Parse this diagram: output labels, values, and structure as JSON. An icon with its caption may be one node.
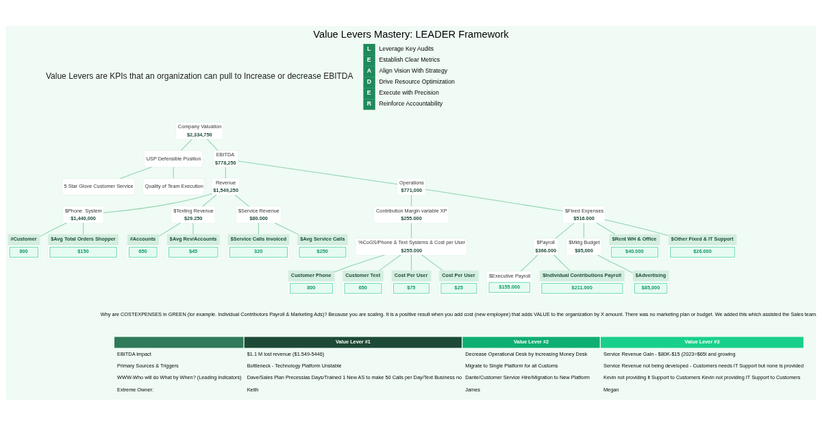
{
  "diagram": {
    "title": "Value Levers Mastery: LEADER Framework",
    "nodes": [
      {
        "text": [
          "Company Valuation",
          "$2,334,750"
        ]
      },
      {
        "text": [
          "USP Defensible Position"
        ]
      },
      {
        "text": [
          "EBITDA",
          "$778,250"
        ]
      },
      {
        "text": [
          "5 Star Glove Customer Service"
        ]
      },
      {
        "text": [
          "Quality of Team Execution"
        ]
      },
      {
        "text": [
          "Revenue",
          "$1,549,250"
        ]
      },
      {
        "text": [
          "Operations",
          "$771,000"
        ]
      },
      {
        "text": [
          "$Phone  System",
          "$1,440,000"
        ]
      },
      {
        "text": [
          "$Texting Revenue",
          "$29.250"
        ]
      },
      {
        "text": [
          "$Service Revenue",
          "$80.000"
        ]
      },
      {
        "text": [
          "Contribution Margin variable XP",
          "$255.000"
        ]
      },
      {
        "text": [
          "$Fixed Expenses",
          "$516.000"
        ]
      },
      {
        "text": [
          "#Customer",
          "800"
        ]
      },
      {
        "text": [
          "$Avg Total Orders Shopper",
          "$150"
        ]
      },
      {
        "text": [
          "#Accounts",
          "650"
        ]
      },
      {
        "text": [
          "$Avg Rev/Accounts",
          "$45"
        ]
      },
      {
        "text": [
          "$Service Calls Invoiced",
          "320"
        ]
      },
      {
        "text": [
          "$Avg Service Calls",
          "$250"
        ]
      },
      {
        "text": [
          "%CoGS/Phone & Text Systems & Cost per User",
          "$255.000"
        ]
      },
      {
        "text": [
          "Customer Phone",
          "800"
        ]
      },
      {
        "text": [
          "Customer Text",
          "650"
        ]
      },
      {
        "text": [
          "Cost Per User",
          "$75"
        ]
      },
      {
        "text": [
          "Cost Per User",
          "$25"
        ]
      },
      {
        "text": [
          "$Payroll",
          "$366.000"
        ]
      },
      {
        "text": [
          "$Mktg Budget",
          "$85,000"
        ]
      },
      {
        "text": [
          "$Rent WH & Office",
          "$40.000"
        ]
      },
      {
        "text": [
          "$Other Fixed & IT Support",
          "$26.000"
        ]
      },
      {
        "text": [
          "$Executive Payroll",
          "$155.000"
        ]
      },
      {
        "text": [
          "$Individual Contributions Payroll",
          "$211.000"
        ]
      },
      {
        "text": [
          "$Advertising",
          "$85,000"
        ]
      }
    ],
    "edges": [
      {
        "from": 0,
        "to": 1,
        "arrow": "none"
      },
      {
        "from": 0,
        "to": 2,
        "arrow": "none"
      },
      {
        "from": 1,
        "to": 3,
        "arrow": "none"
      },
      {
        "from": 1,
        "to": 4,
        "arrow": "none"
      },
      {
        "from": 2,
        "to": 5,
        "arrow": "none"
      },
      {
        "from": 2,
        "to": 6,
        "arrow": "none"
      },
      {
        "from": 5,
        "to": 7,
        "arrow": "none"
      },
      {
        "from": 5,
        "to": 8,
        "arrow": "none"
      },
      {
        "from": 5,
        "to": 9,
        "arrow": "none"
      },
      {
        "from": 6,
        "to": 10,
        "arrow": "none"
      },
      {
        "from": 6,
        "to": 11,
        "arrow": "none"
      },
      {
        "from": 7,
        "to": 12,
        "arrow": "none"
      },
      {
        "from": 7,
        "to": 13,
        "arrow": "none"
      },
      {
        "from": 8,
        "to": 14,
        "arrow": "none"
      },
      {
        "from": 8,
        "to": 15,
        "arrow": "none"
      },
      {
        "from": 9,
        "to": 16,
        "arrow": "none"
      },
      {
        "from": 9,
        "to": 17,
        "arrow": "none"
      },
      {
        "from": 10,
        "to": 18,
        "arrow": "none"
      },
      {
        "from": 18,
        "to": 19,
        "arrow": "none"
      },
      {
        "from": 18,
        "to": 21,
        "arrow": "none"
      },
      {
        "from": 18,
        "to": 20,
        "arrow": "none"
      },
      {
        "from": 18,
        "to": 22,
        "arrow": "none"
      },
      {
        "from": 11,
        "to": 23,
        "arrow": "none"
      },
      {
        "from": 11,
        "to": 24,
        "arrow": "none"
      },
      {
        "from": 11,
        "to": 25,
        "arrow": "none"
      },
      {
        "from": 11,
        "to": 26,
        "arrow": "none"
      },
      {
        "from": 23,
        "to": 27,
        "arrow": "none"
      },
      {
        "from": 23,
        "to": 28,
        "arrow": "none"
      },
      {
        "from": 24,
        "to": 29,
        "arrow": "none"
      }
    ],
    "labels": [
      "L",
      "Leverage Key Audits",
      "E",
      "Establish Clear Metrics",
      "A",
      "Align Vision With Strategy",
      "D",
      "Drive Resource Optimization",
      "E",
      "Execute with Precision",
      "R",
      "Reinforce Accountability",
      "Value Levers are KPIs that an organization can pull to Increase or decrease EBITDA",
      "Why are COSTEXPENSES in GREEN (lor example. Individual Contributors Payroll & Marketing Ads)? Because you are scaling. It is a positive result when you add cost (new employee) that adds VALUE to the organization by X amount. There was no marketing plan or budget. We added this which assisted the Sales team.",
      "Value Lever #1",
      "Value Lever #2",
      "Value Lever #3",
      "EBITDA impact",
      "$1.1 M lost revenue ($1.549-5446)",
      "Decrease Operational Desk by increasing Money Desk",
      "Service Revenue Gain - $80K-$15 (2023=$65l and growing",
      "Primary Sources & Triggers",
      "Bottleneck - Technology Platform Unstable",
      "Migrate to Single Platform for all Customs",
      "Service Revenue not being developed - Customers needs IT Support but none is provided",
      "WWW-Who will do What by When? (Leading Indicators)",
      "Dave/Sales Plan Precesslas Days/Trained 1 New AS to make 50 Calls per Day/Text Business no",
      "Dante/Customer Service Hire/Migration to New Platform",
      "Kevin not providing it Support to Customers Kevin not providing IT Support to Customers",
      "Extreme Owner:",
      "Keith",
      "James",
      "Megan"
    ]
  }
}
